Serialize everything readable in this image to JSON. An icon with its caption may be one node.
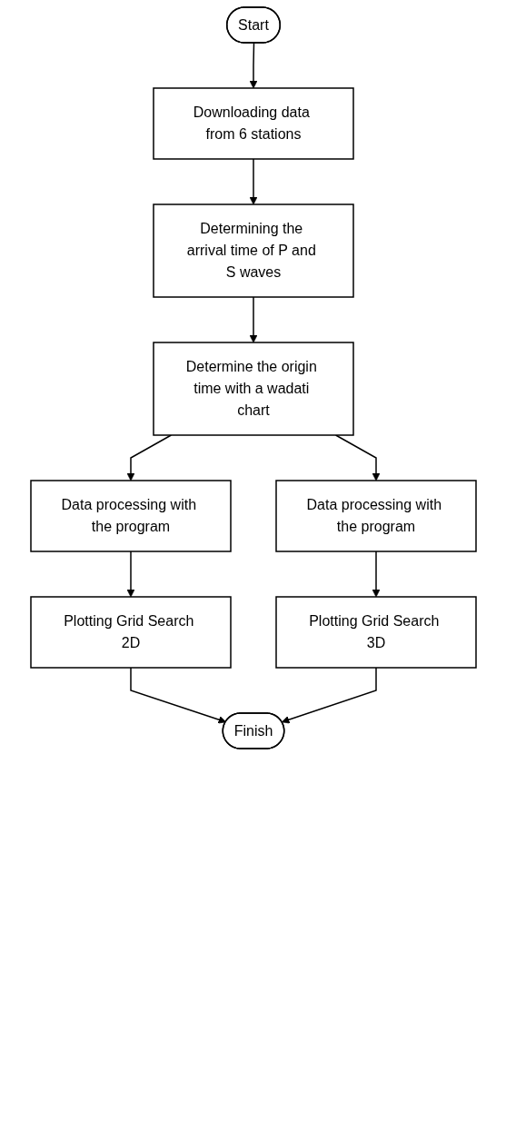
{
  "diagram": {
    "nodes": [
      {
        "text": [
          "Start"
        ]
      },
      {
        "text": [
          "Downloading data from 6 stations"
        ]
      },
      {
        "text": [
          "Determining the arrival time of P and S waves"
        ]
      },
      {
        "text": [
          "Determine the origin time with a wadati chart"
        ]
      },
      {
        "text": [
          "Data processing with the program"
        ]
      },
      {
        "text": [
          "Data processing with the program"
        ]
      },
      {
        "text": [
          "Plotting Grid Search 2D"
        ]
      },
      {
        "text": [
          "Plotting Grid Search 3D"
        ]
      },
      {
        "text": [
          "Finish"
        ]
      }
    ],
    "edges": [
      {
        "from": 0,
        "to": 1,
        "arrow": "to"
      },
      {
        "from": 1,
        "to": 2,
        "arrow": "to"
      },
      {
        "from": 2,
        "to": 3,
        "arrow": "to"
      },
      {
        "from": 3,
        "to": 4,
        "arrow": "to"
      },
      {
        "from": 3,
        "to": 5,
        "arrow": "to"
      },
      {
        "from": 4,
        "to": 6,
        "arrow": "to"
      },
      {
        "from": 5,
        "to": 7,
        "arrow": "to"
      },
      {
        "from": 6,
        "to": 8,
        "arrow": "to"
      },
      {
        "from": 7,
        "to": 8,
        "arrow": "to"
      }
    ]
  }
}
